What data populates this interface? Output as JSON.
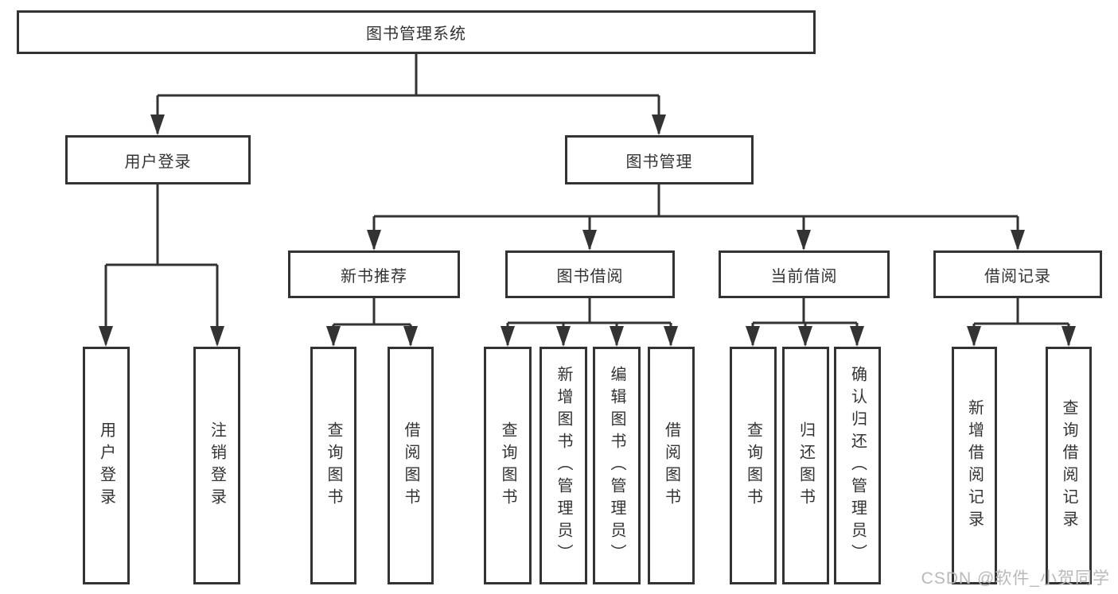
{
  "diagram": {
    "root": "图书管理系统",
    "level2": [
      "用户登录",
      "图书管理"
    ],
    "level3": [
      "新书推荐",
      "图书借阅",
      "当前借阅",
      "借阅记录"
    ],
    "leaves": {
      "user_login": [
        "用户登录",
        "注销登录"
      ],
      "new_book": [
        "查询图书",
        "借阅图书"
      ],
      "book_borrow": [
        "查询图书",
        "新增图书（管理员）",
        "编辑图书（管理员）",
        "借阅图书"
      ],
      "current_borrow": [
        "查询图书",
        "归还图书",
        "确认归还（管理员）"
      ],
      "borrow_record": [
        "新增借阅记录",
        "查询借阅记录"
      ]
    }
  },
  "watermark": "CSDN @软件_小贺同学",
  "colors": {
    "line": "#333333",
    "text": "#333333",
    "background": "#ffffff",
    "watermark": "#b9b9b9"
  }
}
